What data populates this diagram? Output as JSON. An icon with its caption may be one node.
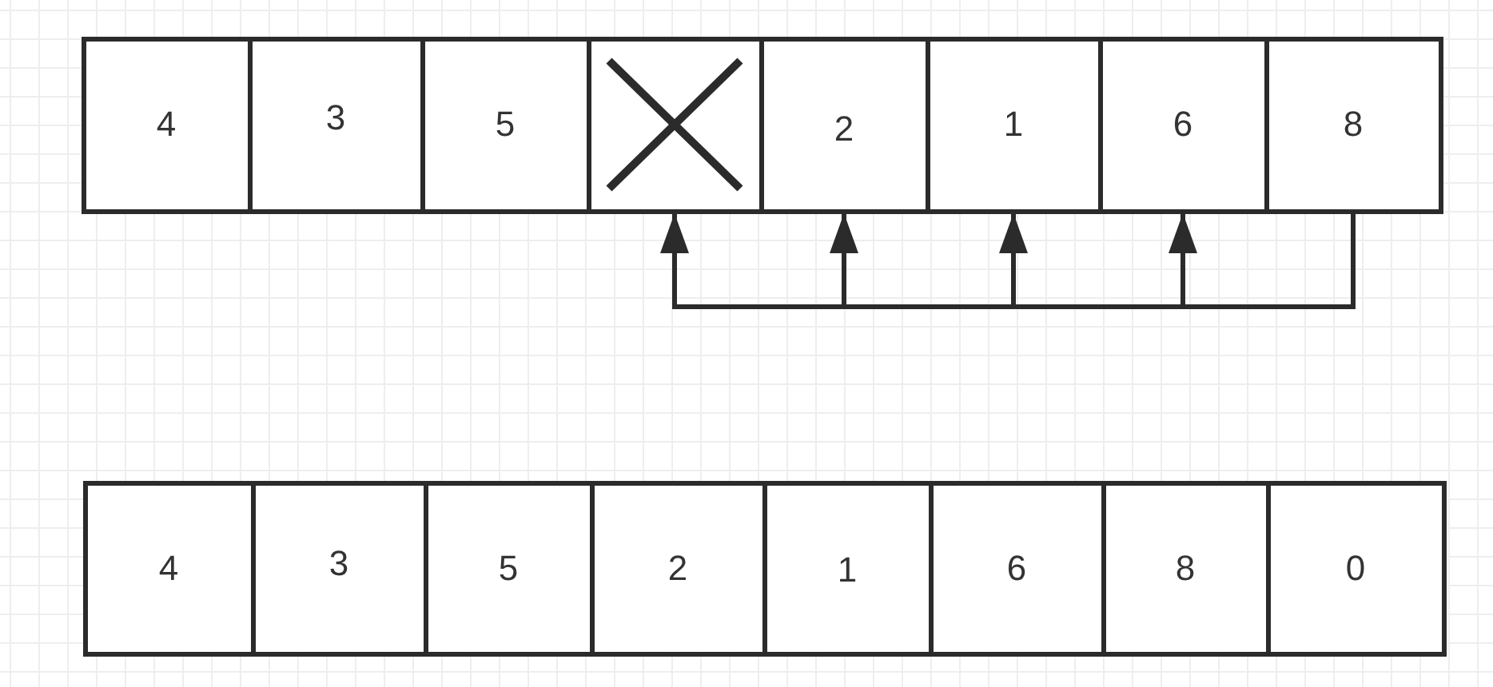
{
  "diagram": {
    "nodes": [
      {
        "text": [
          "4"
        ]
      },
      {
        "text": [
          "3"
        ]
      },
      {
        "text": [
          "5"
        ]
      },
      {
        "text": [],
        "shape": "cross"
      },
      {
        "text": [
          "2"
        ]
      },
      {
        "text": [
          "1"
        ]
      },
      {
        "text": [
          "6"
        ]
      },
      {
        "text": [
          "8"
        ]
      },
      {
        "text": [
          "4"
        ]
      },
      {
        "text": [
          "3"
        ]
      },
      {
        "text": [
          "5"
        ]
      },
      {
        "text": [
          "2"
        ]
      },
      {
        "text": [
          "1"
        ]
      },
      {
        "text": [
          "6"
        ]
      },
      {
        "text": [
          "8"
        ]
      },
      {
        "text": [
          "0"
        ]
      }
    ],
    "edges": [
      {
        "from": 7,
        "to": 6,
        "arrow": "to"
      },
      {
        "from": 7,
        "to": 5,
        "arrow": "to"
      },
      {
        "from": 7,
        "to": 4,
        "arrow": "to"
      },
      {
        "from": 7,
        "to": 3,
        "arrow": "to"
      }
    ]
  }
}
